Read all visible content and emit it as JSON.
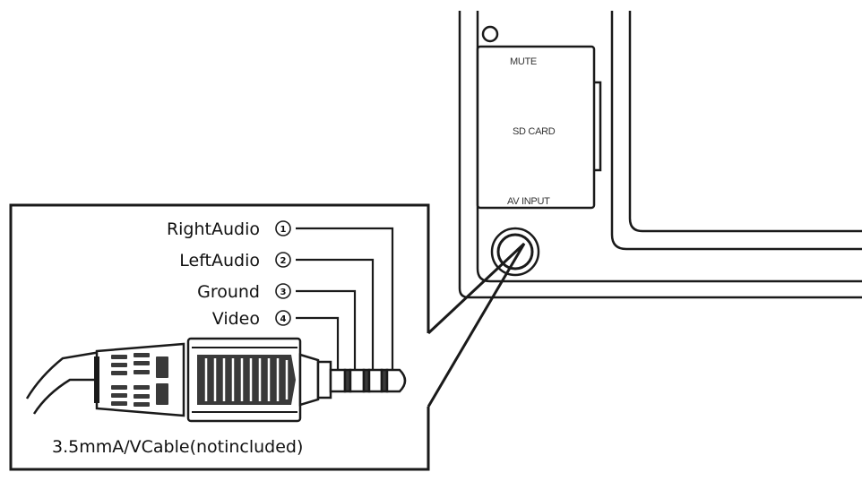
{
  "panel": {
    "mute_label": "MUTE",
    "sd_card_label": "SD CARD",
    "av_input_label": "AV INPUT"
  },
  "pins": [
    {
      "label": "RightAudio",
      "number": "1"
    },
    {
      "label": "LeftAudio",
      "number": "2"
    },
    {
      "label": "Ground",
      "number": "3"
    },
    {
      "label": "Video",
      "number": "4"
    }
  ],
  "caption": "3.5mmA/VCable(notincluded)",
  "colors": {
    "line": "#1a1a1a",
    "plug_body": "#3a3a3a",
    "background": "#ffffff"
  }
}
